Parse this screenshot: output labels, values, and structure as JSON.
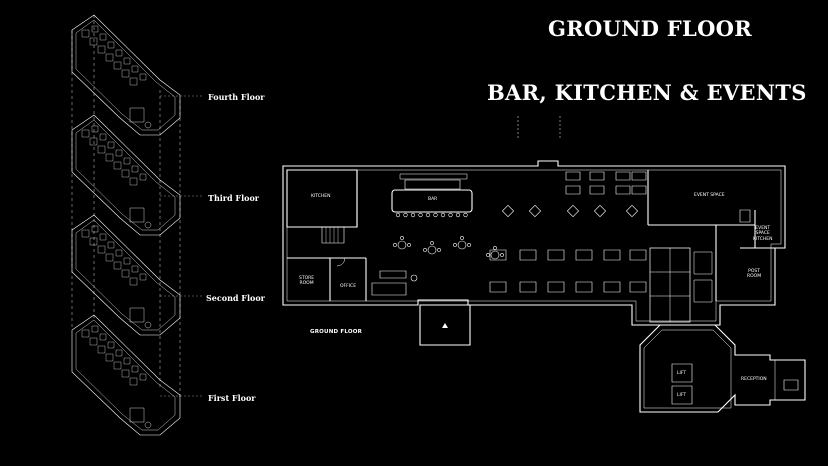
{
  "titles": {
    "main": "GROUND FLOOR",
    "sub": "BAR, KITCHEN & EVENTS"
  },
  "floor_labels": {
    "fourth": "Fourth Floor",
    "third": "Third Floor",
    "second": "Second Floor",
    "first": "First Floor"
  },
  "plan": {
    "caption": "GROUND FLOOR",
    "rooms": {
      "kitchen": "KITCHEN",
      "bar": "BAR",
      "event_space": "EVENT SPACE",
      "event_kitchen_1": "EVENT",
      "event_kitchen_2": "SPACE",
      "event_kitchen_3": "KITCHEN",
      "store_room_1": "STORE",
      "store_room_2": "ROOM",
      "office": "OFFICE",
      "post_room_1": "POST",
      "post_room_2": "ROOM",
      "lift_1": "LIFT",
      "lift_2": "LIFT",
      "reception": "RECEPTION"
    }
  },
  "colors": {
    "background": "#000000",
    "lines": "#ffffff"
  }
}
